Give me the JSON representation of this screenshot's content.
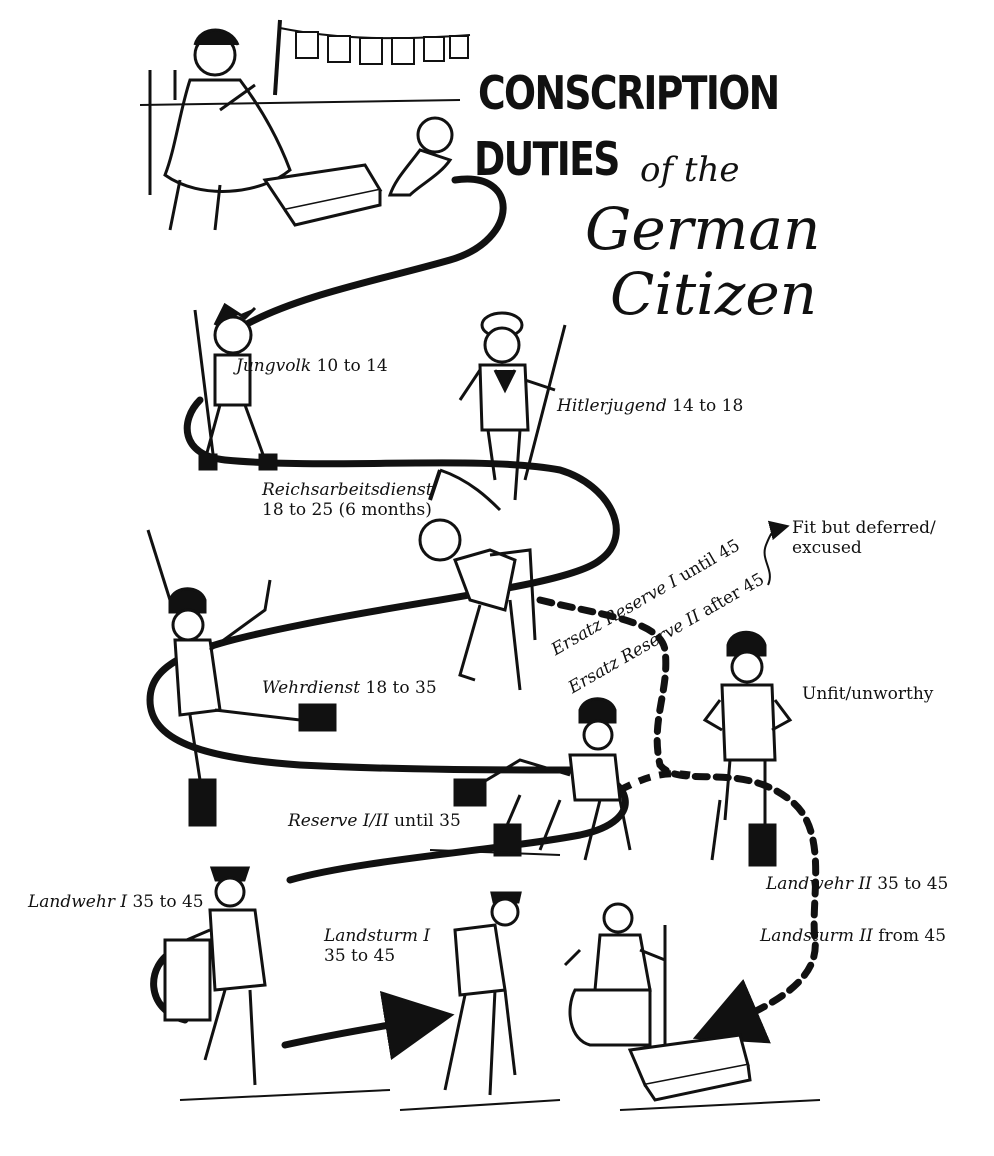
{
  "title": {
    "line1": "CONSCRIPTION",
    "line2": "DUTIES",
    "line2_script": "of the",
    "line3": "German",
    "line4": "Citizen"
  },
  "stages": {
    "jungvolk": {
      "name": "Jungvolk",
      "ages": "10 to 14"
    },
    "hitlerjugend": {
      "name": "Hitlerjugend",
      "ages": "14 to 18"
    },
    "reichsarbeitsdienst": {
      "name": "Reichsarbeitsdienst",
      "ages": "18 to 25 (6 months)"
    },
    "wehrdienst": {
      "name": "Wehrdienst",
      "ages": "18 to 35"
    },
    "reserve": {
      "name": "Reserve I/II",
      "ages": "until 35"
    },
    "ersatz1": {
      "name": "Ersatz Reserve I",
      "ages": "until 45"
    },
    "ersatz2": {
      "name": "Ersatz Reserve II",
      "ages": "after 45"
    },
    "fit_deferred": {
      "line1": "Fit but deferred/",
      "line2": "excused"
    },
    "unfit": {
      "text": "Unfit/unworthy"
    },
    "landwehr1": {
      "name": "Landwehr I",
      "ages": "35 to 45"
    },
    "landwehr2": {
      "name": "Landwehr II",
      "ages": "35 to 45"
    },
    "landsturm1": {
      "name": "Landsturm I",
      "ages": "35 to 45"
    },
    "landsturm2": {
      "name": "Landsturm II",
      "ages": "from 45"
    }
  },
  "colors": {
    "ink": "#111111",
    "paper": "#ffffff"
  }
}
